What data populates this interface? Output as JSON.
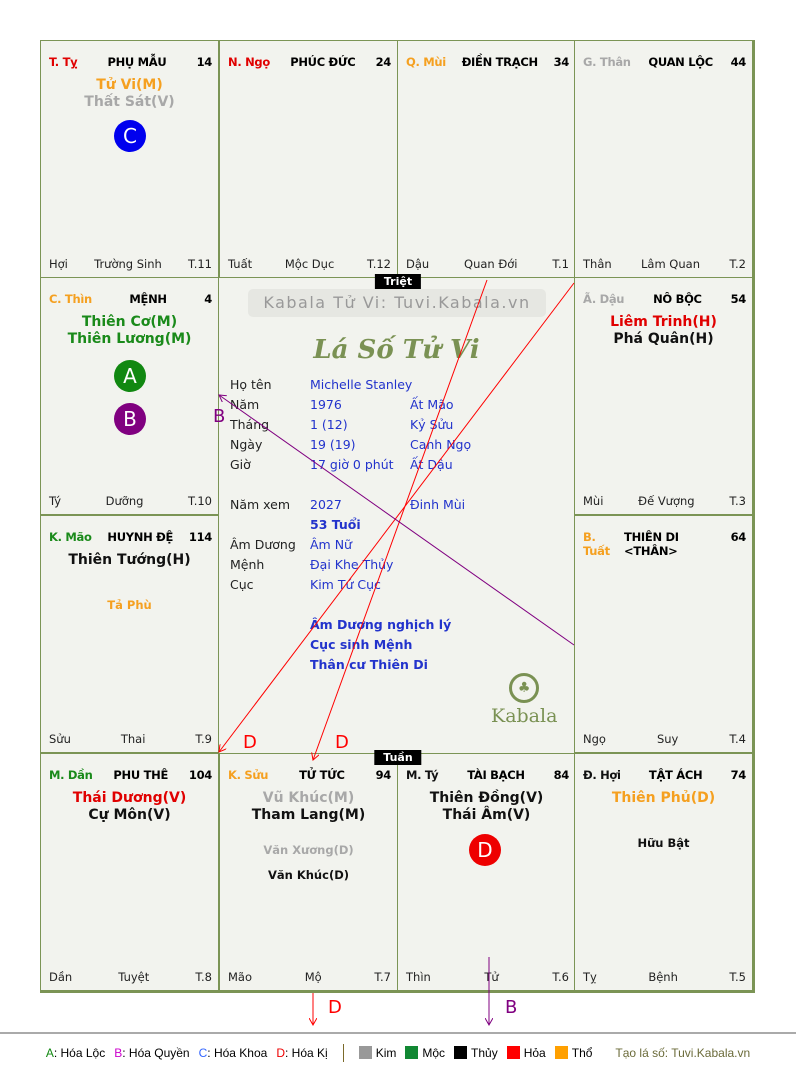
{
  "palaces": [
    {
      "branch": "T. Tỵ",
      "branch_color": "#e00000",
      "name": "PHỤ MẪU",
      "number": "14",
      "stars": [
        {
          "text": "Tử Vi(M)",
          "color": "#f5a020"
        },
        {
          "text": "Thất Sát(V)",
          "color": "#a8a8a8"
        }
      ],
      "minor": [],
      "footer": [
        "Hợi",
        "Trường Sinh",
        "T.11"
      ]
    },
    {
      "branch": "N. Ngọ",
      "branch_color": "#e00000",
      "name": "PHÚC ĐỨC",
      "number": "24",
      "stars": [],
      "minor": [],
      "footer": [
        "Tuất",
        "Mộc Dục",
        "T.12"
      ]
    },
    {
      "branch": "Q. Mùi",
      "branch_color": "#f5a020",
      "name": "ĐIỀN TRẠCH",
      "number": "34",
      "stars": [],
      "minor": [],
      "footer": [
        "Dậu",
        "Quan Đới",
        "T.1"
      ]
    },
    {
      "branch": "G. Thân",
      "branch_color": "#a8a8a8",
      "name": "QUAN LỘC",
      "number": "44",
      "stars": [],
      "minor": [],
      "footer": [
        "Thân",
        "Lâm Quan",
        "T.2"
      ]
    },
    {
      "branch": "C. Thìn",
      "branch_color": "#f5a020",
      "name": "MỆNH",
      "number": "4",
      "stars": [
        {
          "text": "Thiên Cơ(M)",
          "color": "#1a8a1a"
        },
        {
          "text": "Thiên Lương(M)",
          "color": "#1a8a1a"
        }
      ],
      "minor": [],
      "footer": [
        "Tý",
        "Dưỡng",
        "T.10"
      ]
    },
    {
      "branch": "Ã. Dậu",
      "branch_color": "#a8a8a8",
      "name": "NÔ BỘC",
      "number": "54",
      "stars": [
        {
          "text": "Liêm Trinh(H)",
          "color": "#e00000"
        },
        {
          "text": "Phá Quân(H)",
          "color": "#111111"
        }
      ],
      "minor": [],
      "footer": [
        "Mùi",
        "Đế Vượng",
        "T.3"
      ]
    },
    {
      "branch": "K. Mão",
      "branch_color": "#1a8a1a",
      "name": "HUYNH ĐỆ",
      "number": "114",
      "stars": [
        {
          "text": "Thiên Tướng(H)",
          "color": "#111111"
        }
      ],
      "minor": [
        {
          "text": "Tả Phù",
          "color": "#f5a020"
        }
      ],
      "footer": [
        "Sửu",
        "Thai",
        "T.9"
      ]
    },
    {
      "branch": "B. Tuất",
      "branch_color": "#f5a020",
      "name": "THIÊN DI <THÂN>",
      "number": "64",
      "stars": [],
      "minor": [],
      "footer": [
        "Ngọ",
        "Suy",
        "T.4"
      ]
    },
    {
      "branch": "M. Dần",
      "branch_color": "#1a8a1a",
      "name": "PHU THÊ",
      "number": "104",
      "stars": [
        {
          "text": "Thái Dương(V)",
          "color": "#e00000"
        },
        {
          "text": "Cự Môn(V)",
          "color": "#111111"
        }
      ],
      "minor": [],
      "footer": [
        "Dần",
        "Tuyệt",
        "T.8"
      ]
    },
    {
      "branch": "K. Sửu",
      "branch_color": "#f5a020",
      "name": "TỬ TỨC",
      "number": "94",
      "stars": [
        {
          "text": "Vũ Khúc(M)",
          "color": "#a8a8a8"
        },
        {
          "text": "Tham Lang(M)",
          "color": "#111111"
        }
      ],
      "minor": [
        {
          "text": "Văn Xương(D)",
          "color": "#a8a8a8"
        },
        {
          "text": "Văn Khúc(D)",
          "color": "#111111"
        }
      ],
      "footer": [
        "Mão",
        "Mộ",
        "T.7"
      ]
    },
    {
      "branch": "M. Tý",
      "branch_color": "#111111",
      "name": "TÀI BẠCH",
      "number": "84",
      "stars": [
        {
          "text": "Thiên Đồng(V)",
          "color": "#111111"
        },
        {
          "text": "Thái Âm(V)",
          "color": "#111111"
        }
      ],
      "minor": [],
      "footer": [
        "Thìn",
        "Tử",
        "T.6"
      ]
    },
    {
      "branch": "Đ. Hợi",
      "branch_color": "#111111",
      "name": "TẬT ÁCH",
      "number": "74",
      "stars": [
        {
          "text": "Thiên Phủ(D)",
          "color": "#f5a020"
        }
      ],
      "minor": [
        {
          "text": "Hữu Bật",
          "color": "#111111"
        }
      ],
      "footer": [
        "Tỵ",
        "Bệnh",
        "T.5"
      ]
    }
  ],
  "circles": [
    {
      "letter": "C",
      "color": "#0000ee"
    },
    {
      "letter": "A",
      "color": "#118811"
    },
    {
      "letter": "B",
      "color": "#800080"
    },
    {
      "letter": "D",
      "color": "#ee0000"
    }
  ],
  "center": {
    "watermark": "Kabala Tử Vi: Tuvi.Kabala.vn",
    "title": "Lá Số Tử Vi",
    "info": [
      {
        "label": "Họ tên",
        "value": "Michelle Stanley",
        "extra": ""
      },
      {
        "label": "Năm",
        "value": "1976",
        "extra": "Ất Mão"
      },
      {
        "label": "Tháng",
        "value": "1  (12)",
        "extra": "Kỷ Sửu"
      },
      {
        "label": "Ngày",
        "value": "19  (19)",
        "extra": "Canh Ngọ"
      },
      {
        "label": "Giờ",
        "value": "17 giờ 0 phút",
        "extra": "Ất Dậu"
      },
      {
        "label": "Năm xem",
        "value": "2027",
        "extra": "Đinh Mùi"
      },
      {
        "label": "",
        "value": "53 Tuổi",
        "extra": ""
      },
      {
        "label": "Âm Dương",
        "value": "Âm Nữ",
        "extra": ""
      },
      {
        "label": "Mệnh",
        "value": "Đại Khe Thủy",
        "extra": ""
      },
      {
        "label": "Cục",
        "value": "Kim Tứ Cục",
        "extra": ""
      }
    ],
    "notes": [
      "Âm Dương nghịch lý",
      "Cục sinh Mệnh",
      "Thân cư Thiên Di"
    ],
    "logo": "Kabala"
  },
  "tags": {
    "triet": "Triệt",
    "tuan": "Tuần"
  },
  "arrow_labels": [
    "B",
    "D",
    "D",
    "D",
    "B"
  ],
  "legend": {
    "hoa": [
      {
        "key": "A",
        "label": ": Hóa Lộc",
        "color": "#118811"
      },
      {
        "key": "B",
        "label": ": Hóa Quyền",
        "color": "#cc00cc"
      },
      {
        "key": "C",
        "label": ": Hóa Khoa",
        "color": "#3366ff"
      },
      {
        "key": "D",
        "label": ": Hóa Kị",
        "color": "#ee0000"
      }
    ],
    "elements": [
      {
        "label": "Kim",
        "color": "#999999"
      },
      {
        "label": "Mộc",
        "color": "#118833"
      },
      {
        "label": "Thủy",
        "color": "#000000"
      },
      {
        "label": "Hỏa",
        "color": "#ff0000"
      },
      {
        "label": "Thổ",
        "color": "#ffa000"
      }
    ],
    "credit": "Tạo lá số: Tuvi.Kabala.vn"
  }
}
